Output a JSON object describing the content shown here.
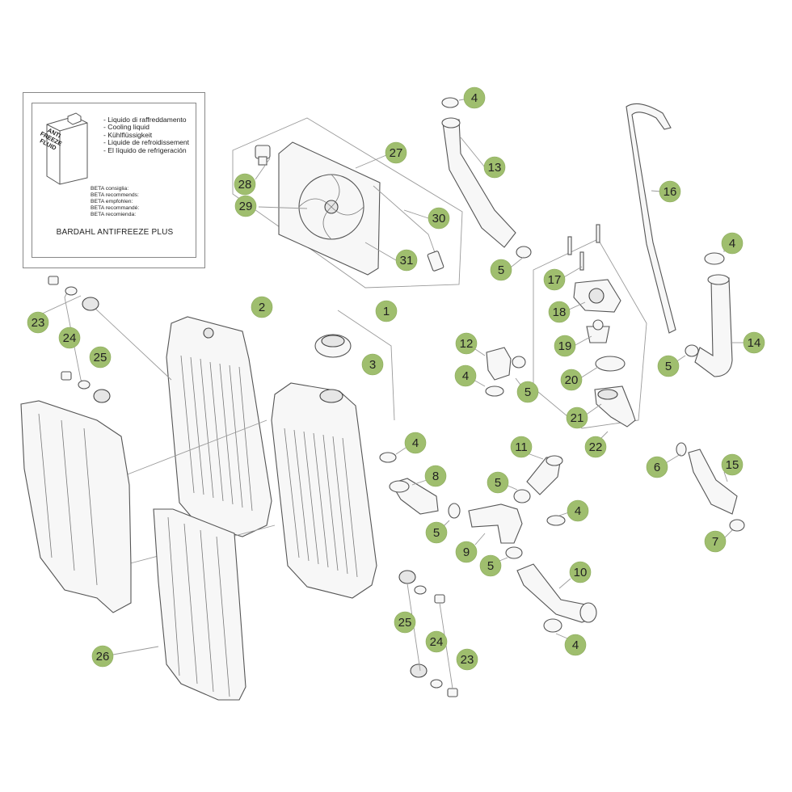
{
  "info_box": {
    "jug_label_lines": [
      "ANTI",
      "FREEZE",
      "FLUID"
    ],
    "fluid_names": [
      "Liquido di raffreddamento",
      "Cooling liquid",
      "Kühlflüssigkeit",
      "Liquide de refroidissement",
      "El líquido de refrigeración"
    ],
    "recommend_lines": [
      "BETA consiglia:",
      "BETA recommends:",
      "BETA empfohlen:",
      "BETA recommandé:",
      "BETA recomienda:"
    ],
    "product": "BARDAHL ANTIFREEZE PLUS"
  },
  "callout_color": "#9fbe6e",
  "callouts": [
    {
      "id": "c-4-a",
      "label": "4"
    },
    {
      "id": "c-13",
      "label": "13"
    },
    {
      "id": "c-27",
      "label": "27"
    },
    {
      "id": "c-28",
      "label": "28"
    },
    {
      "id": "c-29",
      "label": "29"
    },
    {
      "id": "c-30",
      "label": "30"
    },
    {
      "id": "c-31",
      "label": "31"
    },
    {
      "id": "c-5-a",
      "label": "5"
    },
    {
      "id": "c-16",
      "label": "16"
    },
    {
      "id": "c-4-b",
      "label": "4"
    },
    {
      "id": "c-17",
      "label": "17"
    },
    {
      "id": "c-18",
      "label": "18"
    },
    {
      "id": "c-19",
      "label": "19"
    },
    {
      "id": "c-14",
      "label": "14"
    },
    {
      "id": "c-5-b",
      "label": "5"
    },
    {
      "id": "c-20",
      "label": "20"
    },
    {
      "id": "c-21",
      "label": "21"
    },
    {
      "id": "c-22",
      "label": "22"
    },
    {
      "id": "c-23-a",
      "label": "23"
    },
    {
      "id": "c-24-a",
      "label": "24"
    },
    {
      "id": "c-25-a",
      "label": "25"
    },
    {
      "id": "c-2",
      "label": "2"
    },
    {
      "id": "c-1",
      "label": "1"
    },
    {
      "id": "c-3",
      "label": "3"
    },
    {
      "id": "c-12",
      "label": "12"
    },
    {
      "id": "c-4-c",
      "label": "4"
    },
    {
      "id": "c-5-c",
      "label": "5"
    },
    {
      "id": "c-4-d",
      "label": "4"
    },
    {
      "id": "c-8",
      "label": "8"
    },
    {
      "id": "c-11",
      "label": "11"
    },
    {
      "id": "c-5-d",
      "label": "5"
    },
    {
      "id": "c-4-e",
      "label": "4"
    },
    {
      "id": "c-6",
      "label": "6"
    },
    {
      "id": "c-15",
      "label": "15"
    },
    {
      "id": "c-7",
      "label": "7"
    },
    {
      "id": "c-5-e",
      "label": "5"
    },
    {
      "id": "c-9",
      "label": "9"
    },
    {
      "id": "c-5-f",
      "label": "5"
    },
    {
      "id": "c-10",
      "label": "10"
    },
    {
      "id": "c-4-f",
      "label": "4"
    },
    {
      "id": "c-26",
      "label": "26"
    },
    {
      "id": "c-25-b",
      "label": "25"
    },
    {
      "id": "c-24-b",
      "label": "24"
    },
    {
      "id": "c-23-b",
      "label": "23"
    }
  ]
}
